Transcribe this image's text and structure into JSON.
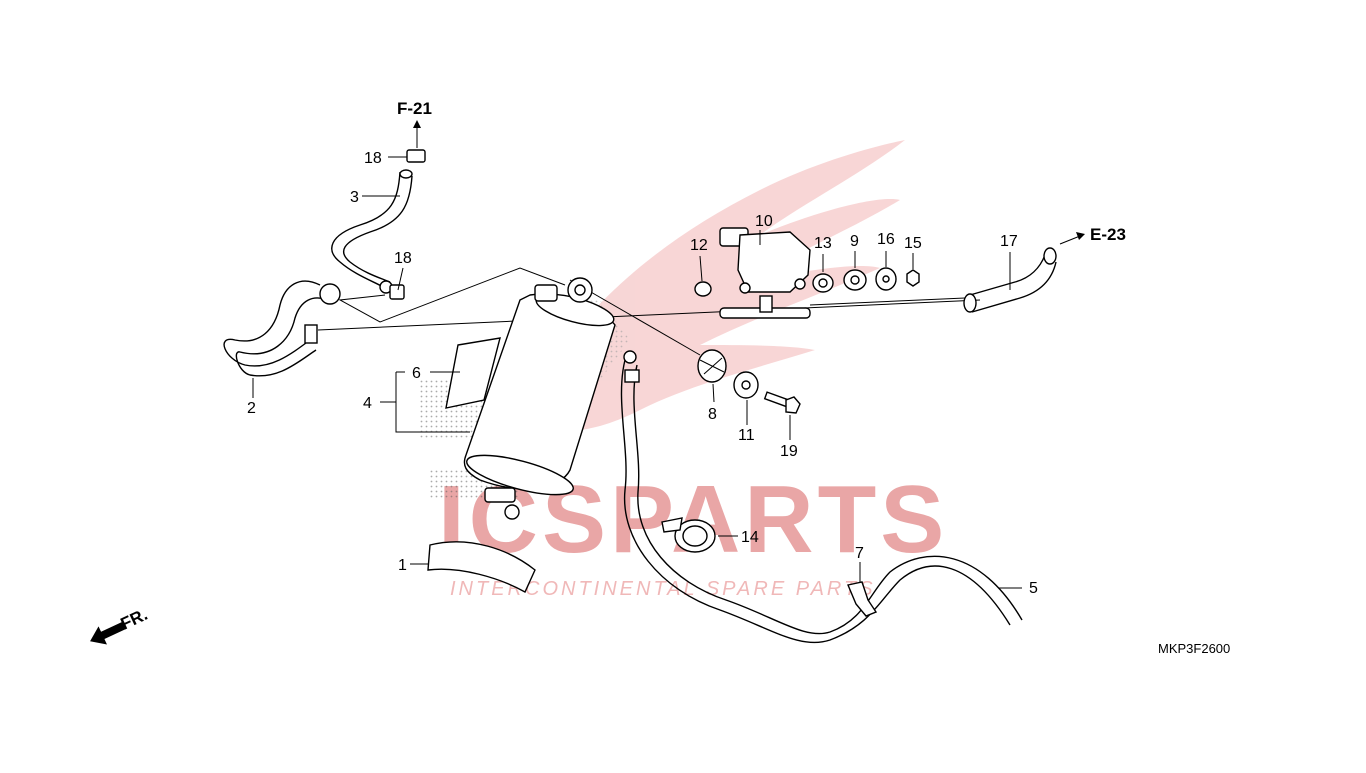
{
  "diagram": {
    "code": "MKP3F2600",
    "references": {
      "top": "F-21",
      "right": "E-23",
      "front": "FR."
    },
    "callouts": [
      "1",
      "2",
      "3",
      "4",
      "5",
      "6",
      "7",
      "8",
      "9",
      "10",
      "11",
      "12",
      "13",
      "14",
      "15",
      "16",
      "17",
      "18",
      "18",
      "19"
    ]
  },
  "watermark": {
    "brand": "ICSPARTS",
    "tagline": "INTERCONTINENTAL SPARE PARTS",
    "color": "#e8a0a0"
  },
  "icons": [
    "wing-logo-watermark",
    "front-arrow-icon",
    "reference-arrow-icon"
  ]
}
